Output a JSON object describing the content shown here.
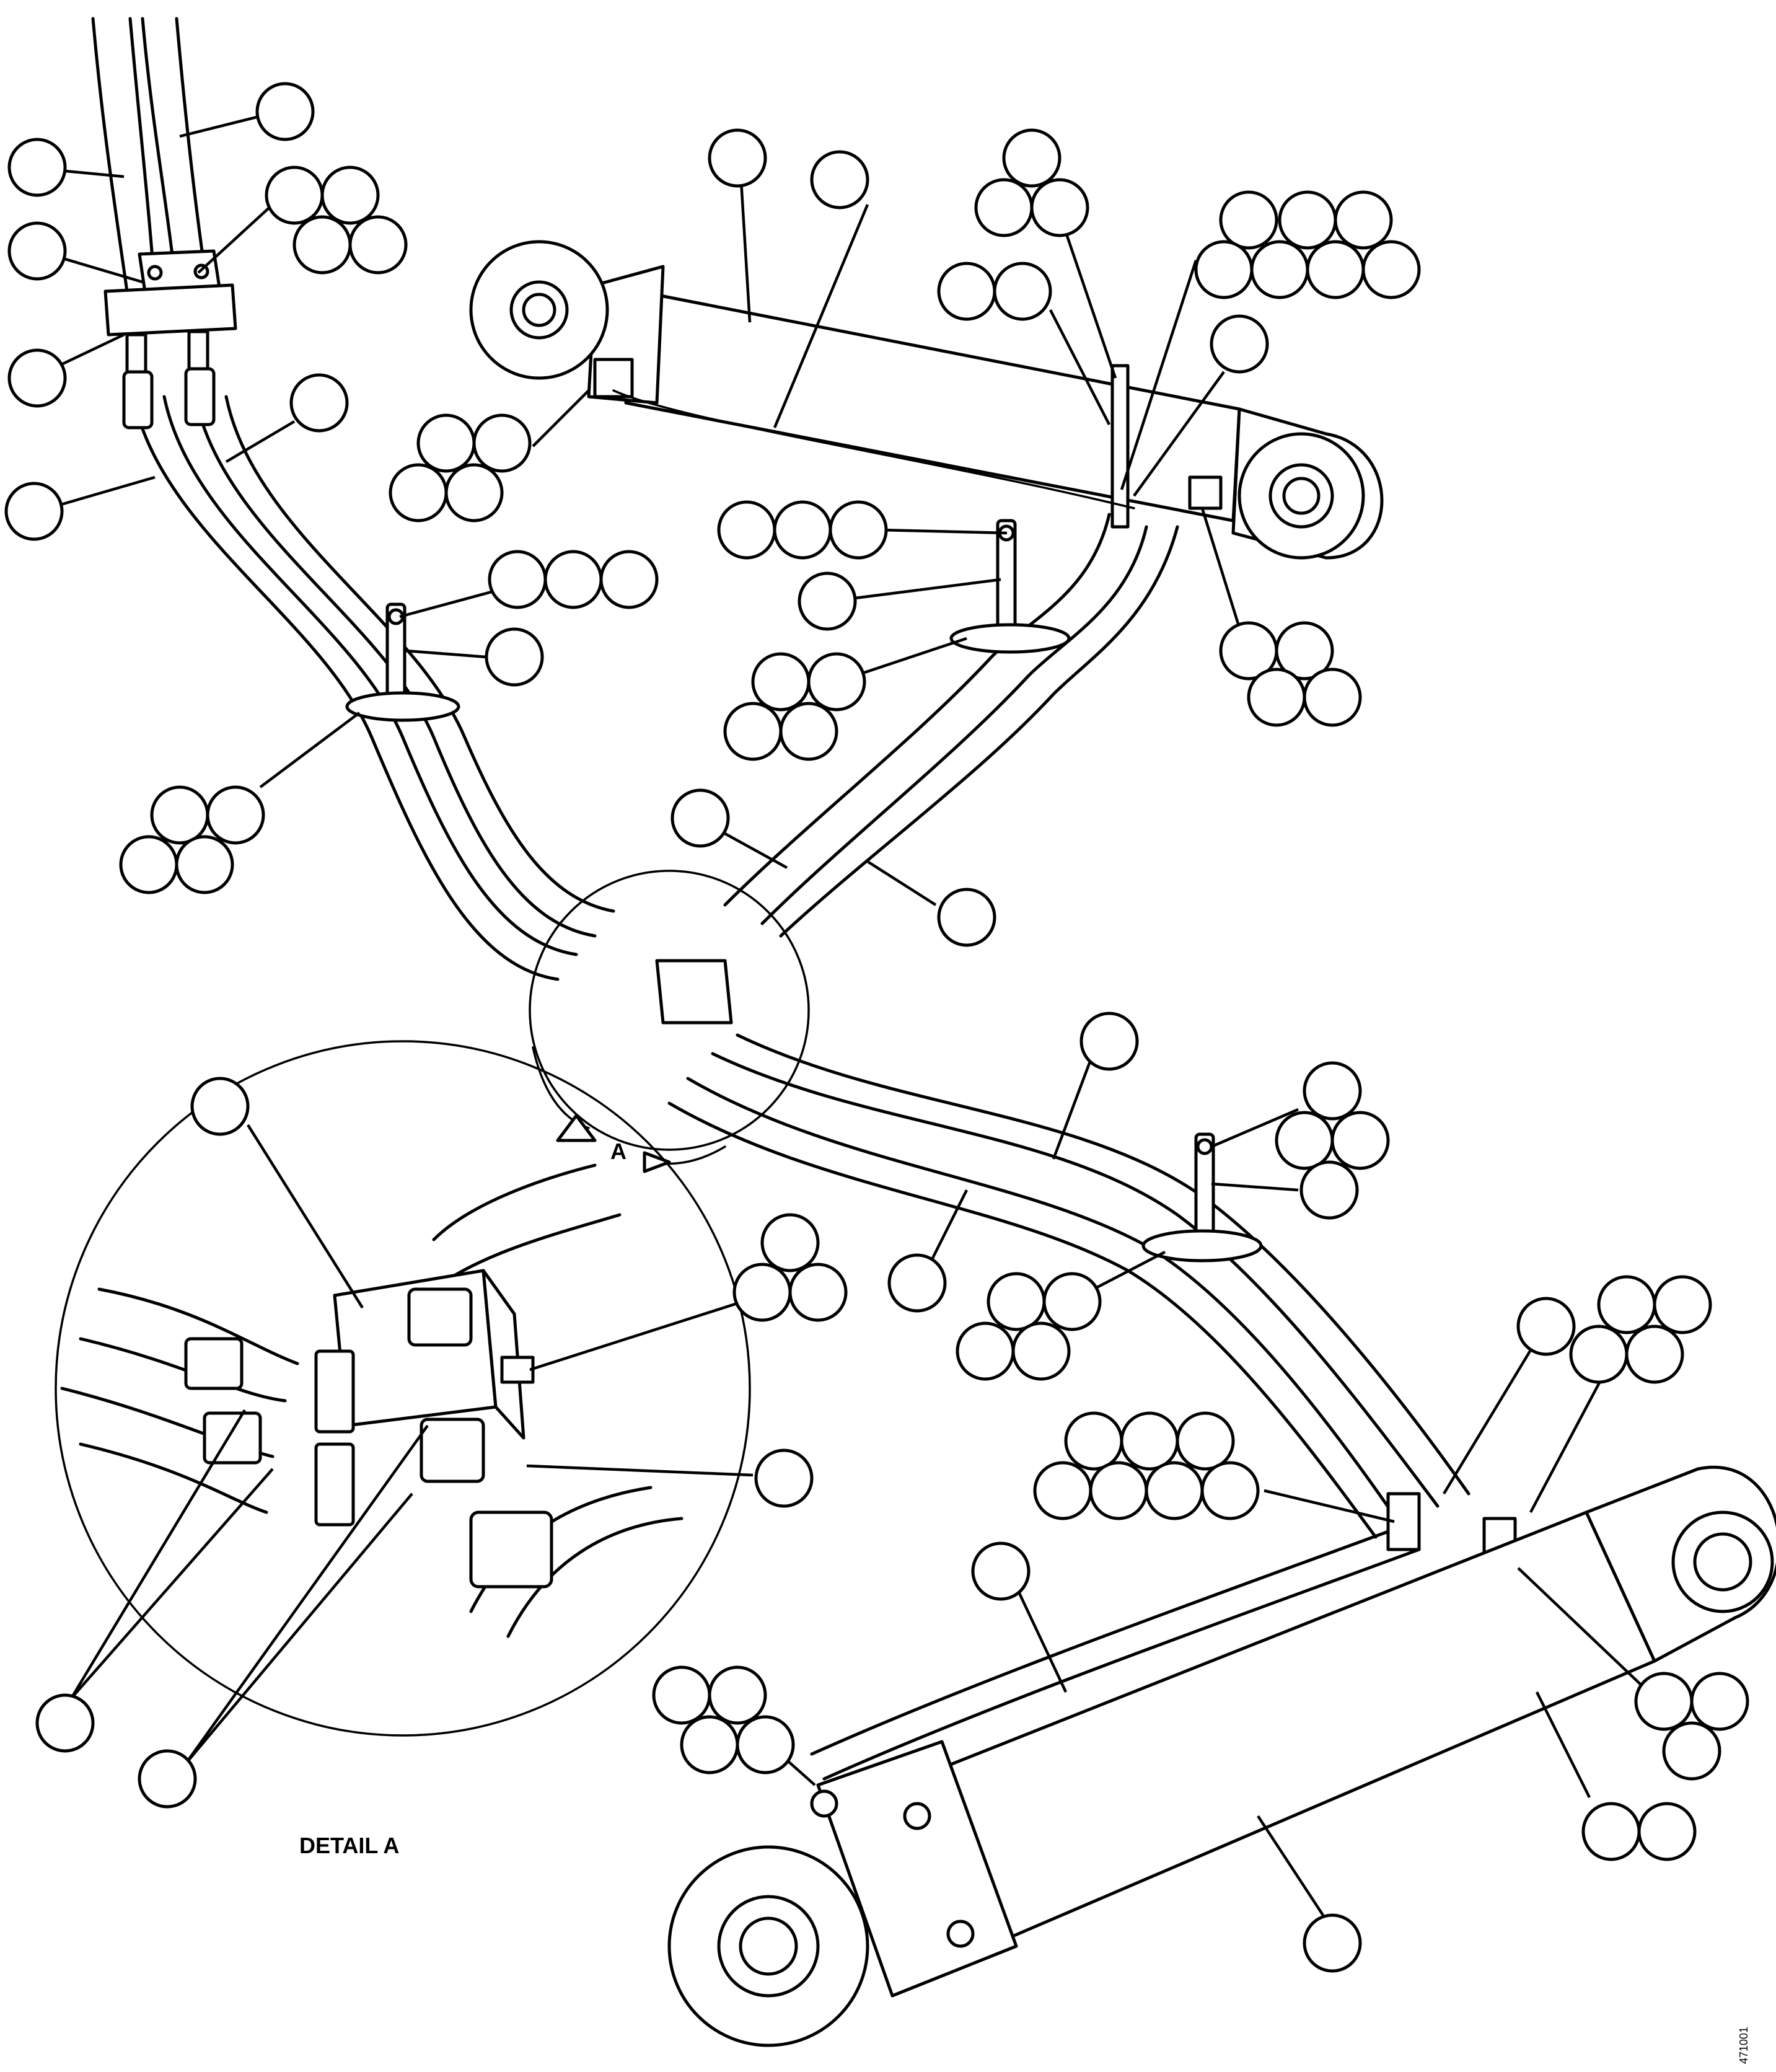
{
  "detail_marker": {
    "label": "A"
  },
  "detail_caption": {
    "label": "DETAIL A"
  },
  "drawing_number": {
    "label": "471001"
  }
}
